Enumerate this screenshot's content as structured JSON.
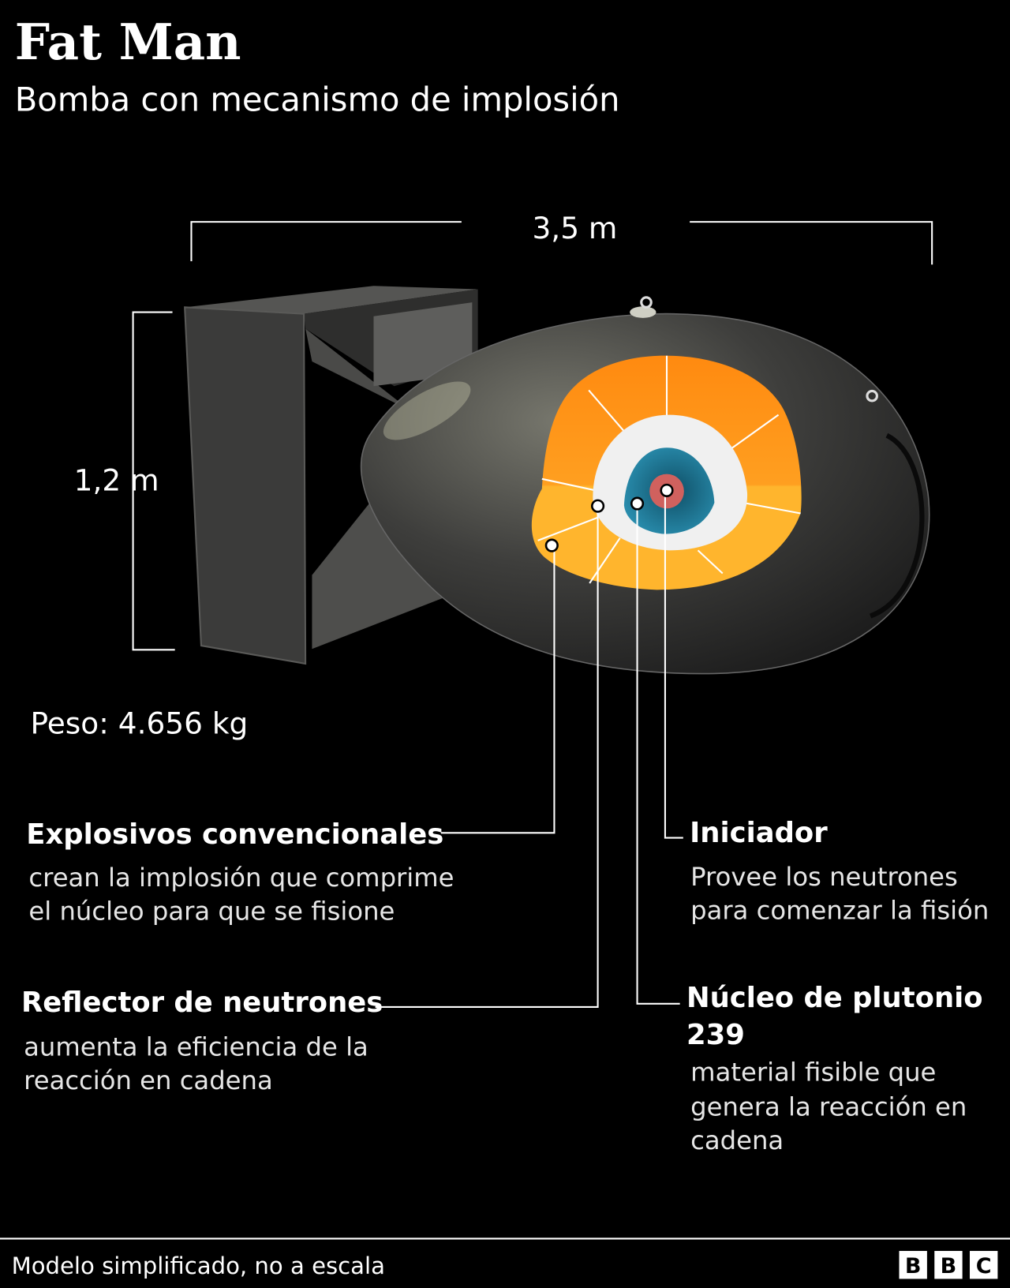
{
  "title": "Fat Man",
  "subtitle": "Bomba con mecanismo de implosión",
  "dimensions": {
    "length": "3,5 m",
    "height": "1,2 m"
  },
  "weight": "Peso: 4.656 kg",
  "labels": [
    {
      "heading": "Explosivos convencionales",
      "desc": [
        "crean la implosión que comprime",
        "el núcleo para que se fisione"
      ]
    },
    {
      "heading": "Reflector de neutrones",
      "desc": [
        "aumenta la eficiencia de la",
        "reacción en cadena"
      ]
    },
    {
      "heading": "Iniciador",
      "desc": [
        "Provee los neutrones",
        "para comenzar la fisión"
      ]
    },
    {
      "heading": [
        "Núcleo de plutonio",
        "239"
      ],
      "desc": [
        "material fisible que",
        "genera la reacción en",
        "cadena"
      ]
    }
  ],
  "footer": {
    "note": "Modelo simplificado, no a escala",
    "logo": [
      "B",
      "B",
      "C"
    ]
  },
  "colors": {
    "explosive_top": "#ff8c12",
    "explosive_bottom": "#ffb52d",
    "reflector": "#f0f0f0",
    "core": "#1e7f9c",
    "initiator": "#d0615e",
    "body": "#3c3c3a"
  }
}
